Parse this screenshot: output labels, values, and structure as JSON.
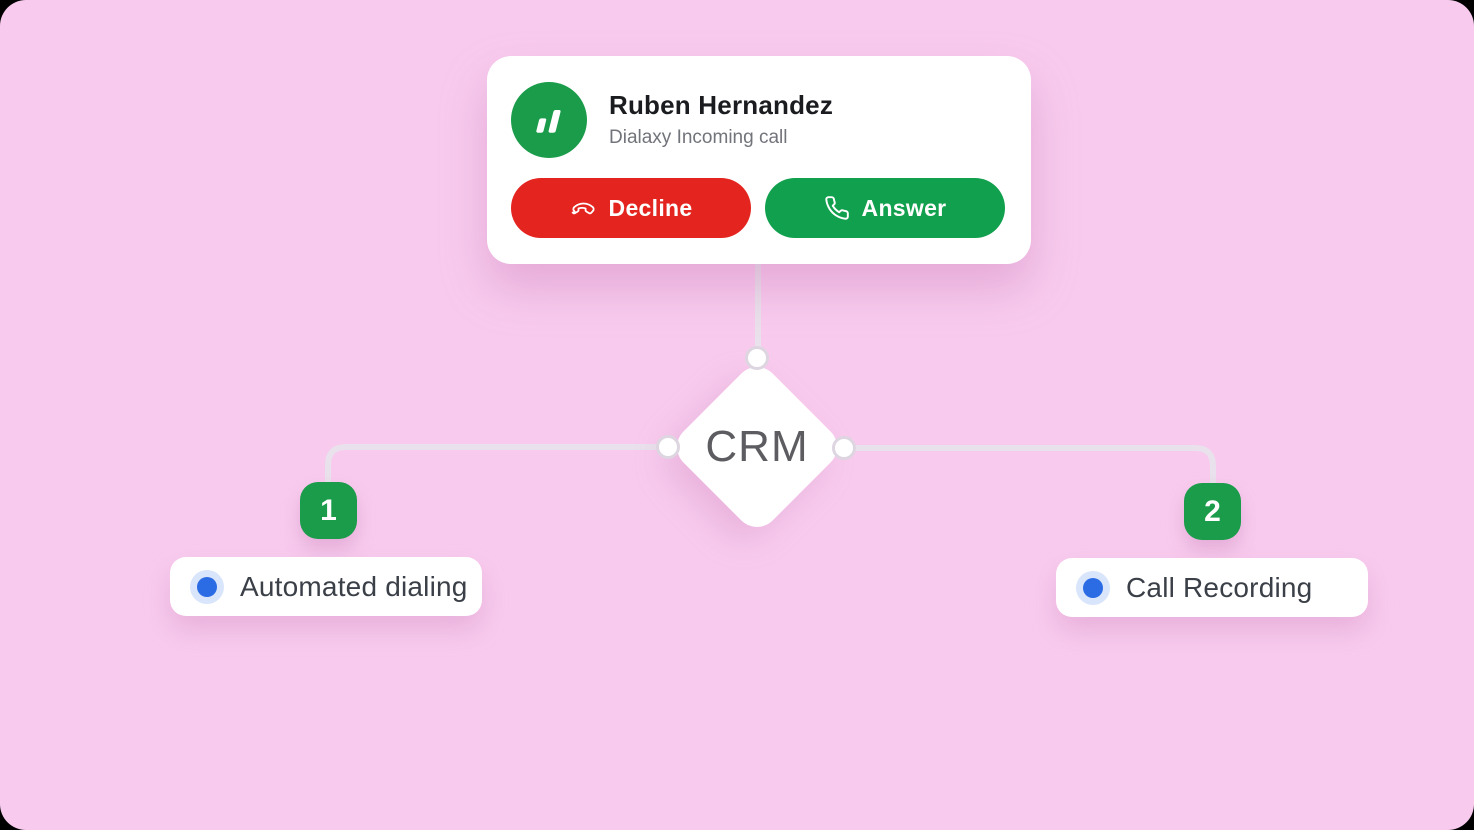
{
  "scene": {
    "description": "Dialaxy incoming call to CRM flow diagram"
  },
  "call_card": {
    "avatar_icon": "dialaxy-logo",
    "name": "Ruben Hernandez",
    "subtitle": "Dialaxy Incoming call",
    "buttons": {
      "decline": "Decline",
      "answer": "Answer"
    }
  },
  "crm_node": {
    "label": "CRM"
  },
  "branches": [
    {
      "badge": "1",
      "label": "Automated dialing"
    },
    {
      "badge": "2",
      "label": "Call Recording"
    }
  ],
  "colors": {
    "background_pink": "#f8cbee",
    "brand_green": "#1a9c4b",
    "answer_green": "#11a04d",
    "decline_red": "#e3241f",
    "connector_gray": "#e9e1eb",
    "bullet_blue": "#2b6be4",
    "crm_text_gray": "#5d5d61"
  }
}
